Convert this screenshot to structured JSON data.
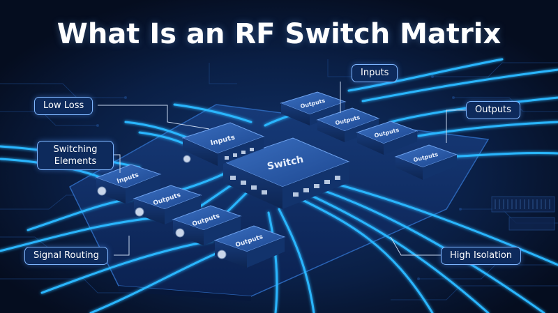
{
  "title": "What Is an RF Switch Matrix",
  "callouts": {
    "inputs": "Inputs",
    "low_loss": "Low Loss",
    "outputs": "Outputs",
    "switching_elements": "Switching Elements",
    "signal_routing": "Signal Routing",
    "high_isolation": "High Isolation"
  },
  "modules": {
    "center": "Switch",
    "input_left": "Inputs",
    "top_output_1": "Outputs",
    "top_output_2": "Outputs",
    "top_output_3": "Outputs",
    "top_output_4": "Outputs",
    "left_1": "Inputs",
    "left_2": "Outputs",
    "left_3": "Outputs",
    "left_4": "Outputs"
  },
  "colors": {
    "background": "#061126",
    "cable_glow": "#29b6ff",
    "module": "#1f4f9a",
    "callout_border": "#7fb6ff"
  }
}
